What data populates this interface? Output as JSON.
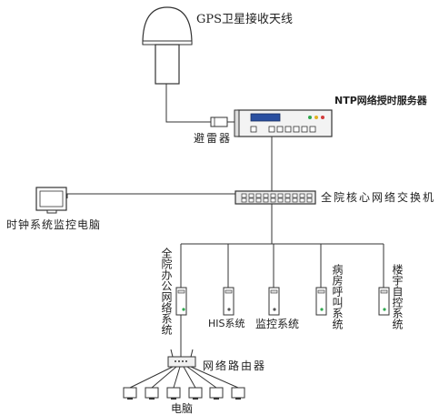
{
  "labels": {
    "gps_antenna": "GPS卫星接收天线",
    "ntp_server": "NTP网络授时服务器",
    "lightning_arrester": "避雷器",
    "core_switch": "全院核心网络交换机",
    "clock_monitor_pc": "时钟系统监控电脑",
    "office_network": "全院办公网络系统",
    "his_system": "HIS系统",
    "monitoring_system": "监控系统",
    "ward_call_system": "病房呼叫系统",
    "building_control_system": "楼宇自控系统",
    "network_router": "网络路由器",
    "computers": "电脑"
  },
  "colors": {
    "line": "#333333",
    "ntp_display": "#2a4fa0",
    "led_green": "#2fa84f",
    "led_red": "#d23b3b",
    "led_yellow": "#e0b020"
  }
}
